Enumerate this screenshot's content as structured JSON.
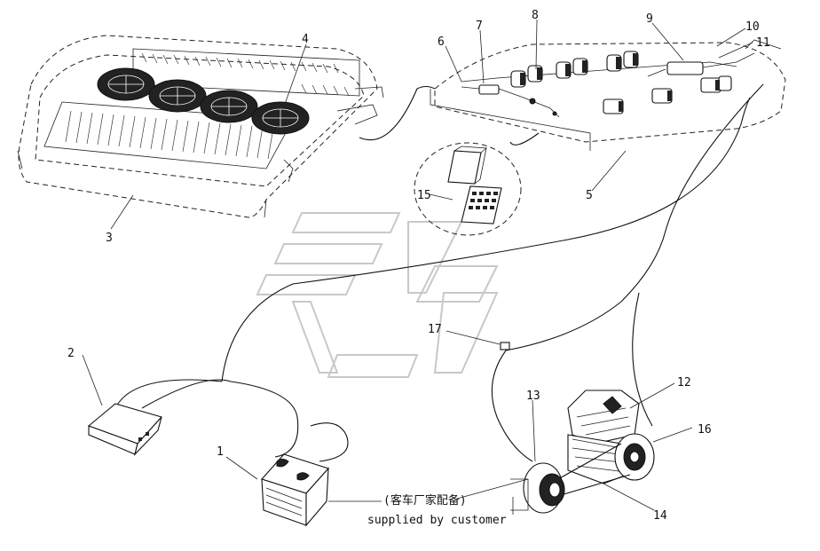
{
  "callouts": {
    "c1": "1",
    "c2": "2",
    "c3": "3",
    "c4": "4",
    "c5": "5",
    "c6": "6",
    "c7": "7",
    "c8": "8",
    "c9": "9",
    "c10": "10",
    "c11": "11",
    "c12": "12",
    "c13": "13",
    "c14": "14",
    "c15": "15",
    "c16": "16",
    "c17": "17"
  },
  "note": {
    "chinese": "(客车厂家配备)",
    "english": "supplied by customer"
  }
}
